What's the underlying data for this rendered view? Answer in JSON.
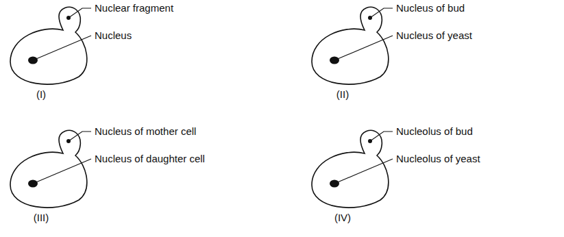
{
  "diagram": {
    "labels": [
      "Nuclear fragment",
      "Nucleus",
      "(I)",
      "Nucleus of bud",
      "Nucleus of yeast",
      "(II)",
      "Nucleus of mother cell",
      "Nucleus of daughter cell",
      "(III)",
      "Nucleolus of bud",
      "Nucleolus of yeast",
      "(IV)"
    ]
  }
}
